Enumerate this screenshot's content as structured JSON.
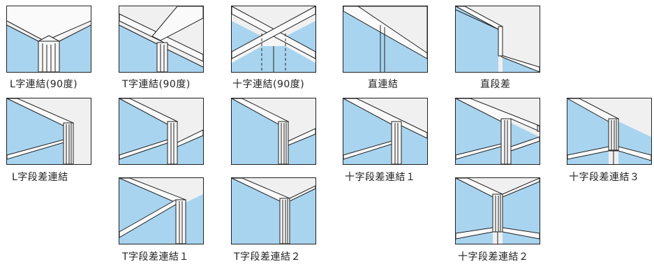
{
  "colors": {
    "panel": "#a8d4ef",
    "floor": "#f0f0f0",
    "top": "#fafafa",
    "line": "#222222"
  },
  "captions": {
    "l90": "L字連結(90度)",
    "t90": "T字連結(90度)",
    "x90": "十字連結(90度)",
    "straight": "直連結",
    "straight_step": "直段差",
    "l_step": "L字段差連結",
    "x_step1": "十字段差連結１",
    "x_step3": "十字段差連結３",
    "t_step1": "T字段差連結１",
    "t_step2": "T字段差連結２",
    "x_step2": "十字段差連結２"
  }
}
